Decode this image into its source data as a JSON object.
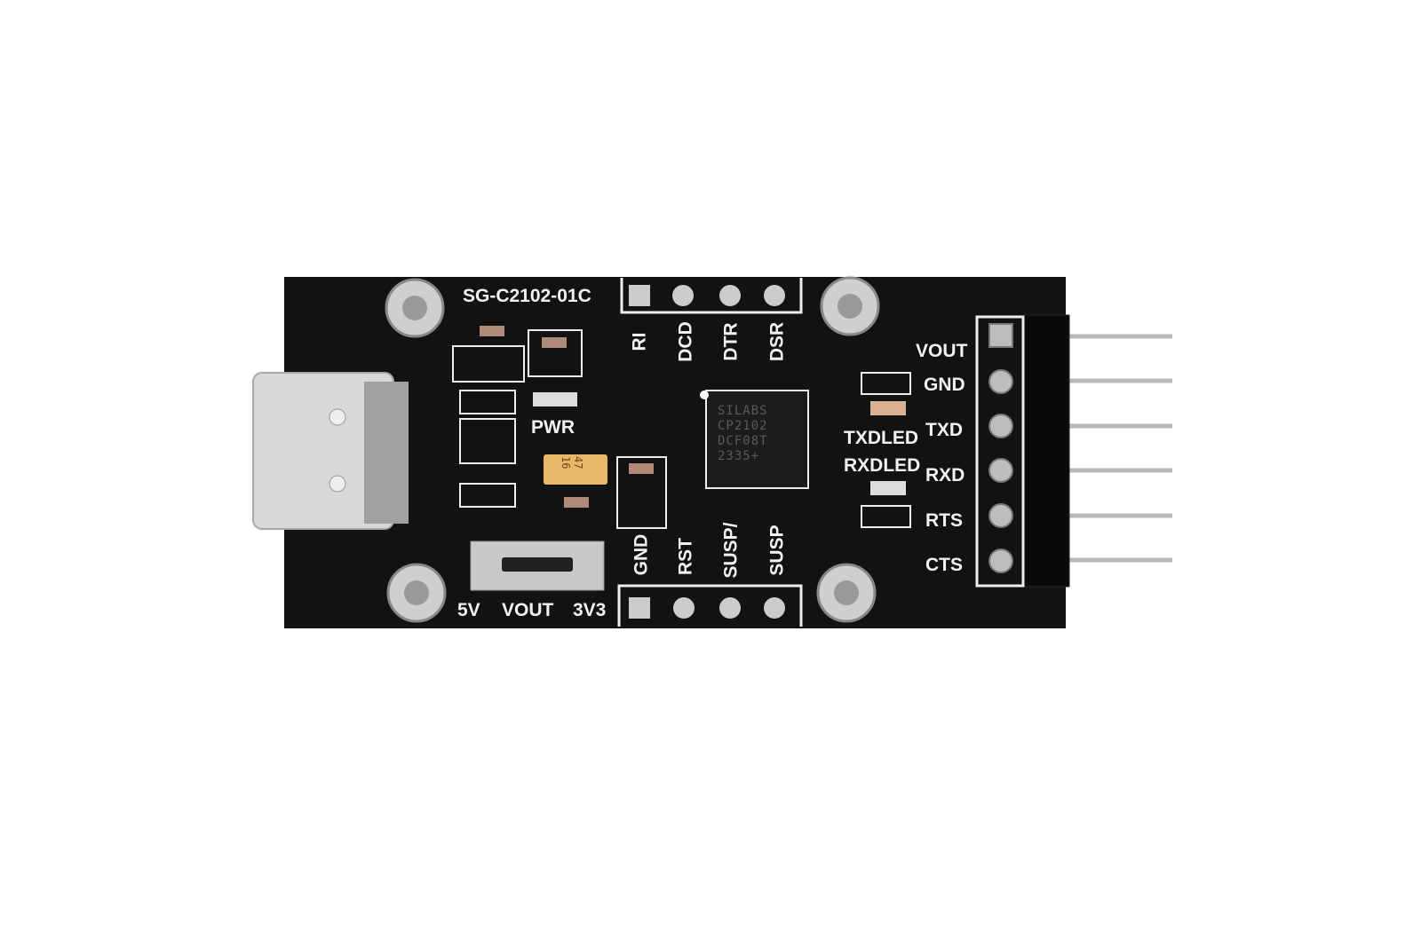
{
  "board": {
    "model": "SG-C2102-01C",
    "power_led_label": "PWR",
    "top_header_labels": [
      "RI",
      "DCD",
      "DTR",
      "DSR"
    ],
    "bottom_header_labels": [
      "GND",
      "RST",
      "SUSP/",
      "SUSP"
    ],
    "switch_labels": [
      "5V",
      "VOUT",
      "3V3"
    ],
    "right_header_labels": [
      "VOUT",
      "GND",
      "TXD",
      "RXD",
      "RTS",
      "CTS"
    ],
    "led_labels": [
      "TXDLED",
      "RXDLED"
    ],
    "chip_marking": [
      "SILABS",
      "CP2102",
      "DCF08T",
      "2335+"
    ],
    "capacitor_marking": [
      "47",
      "16"
    ],
    "colors": {
      "pcb": "#121212",
      "silk": "#f2f2f2",
      "tantalum": "#e8b869",
      "metal": "#c9c9c9"
    }
  }
}
